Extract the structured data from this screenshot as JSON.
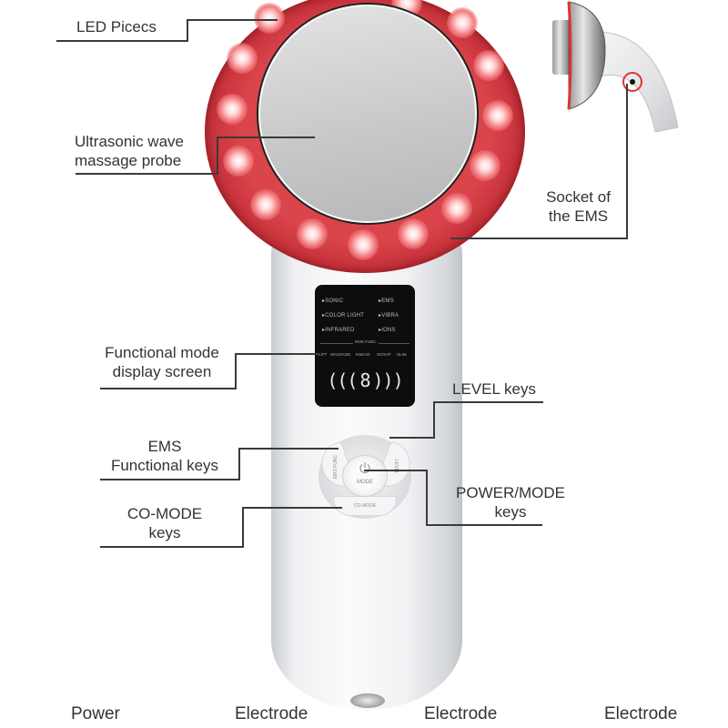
{
  "diagram": {
    "title": "Ultrasonic EMS LED facial massager component diagram",
    "colors": {
      "led_red": "#d9454a",
      "body_white": "#f4f5f6",
      "screen_black": "#0d0d0d",
      "leader_line": "#3a3a3a"
    },
    "callouts": {
      "led": "LED Picecs",
      "probe_line1": "Ultrasonic wave",
      "probe_line2": "massage probe",
      "socket_line1": "Socket of",
      "socket_line2": "the EMS",
      "display_line1": "Functional mode",
      "display_line2": "display screen",
      "level": "LEVEL keys",
      "ems_line1": "EMS",
      "ems_line2": "Functional keys",
      "power_line1": "POWER/MODE",
      "power_line2": "keys",
      "comode_line1": "CO-MODE",
      "comode_line2": "keys"
    },
    "screen": {
      "left_items": [
        "SONIC",
        "COLOR LIGHT",
        "INFRARED"
      ],
      "right_items": [
        "EMS",
        "VIBRA",
        "IONS"
      ],
      "ems_func_title": "EMS FUNC",
      "ems_func_items": [
        "LIFT",
        "MASSAGE",
        "KNEAD",
        "SCRAP",
        "SLIM"
      ],
      "level_digit": "8",
      "wave_left": "(((",
      "wave_right": ")))"
    },
    "buttons": {
      "ems_func": "EMS FUNC",
      "level": "LEVEL",
      "mode": "MODE",
      "co_mode": "CO-MODE"
    },
    "bottom_labels": [
      "Power",
      "Electrode",
      "Electrode",
      "Electrode"
    ]
  }
}
